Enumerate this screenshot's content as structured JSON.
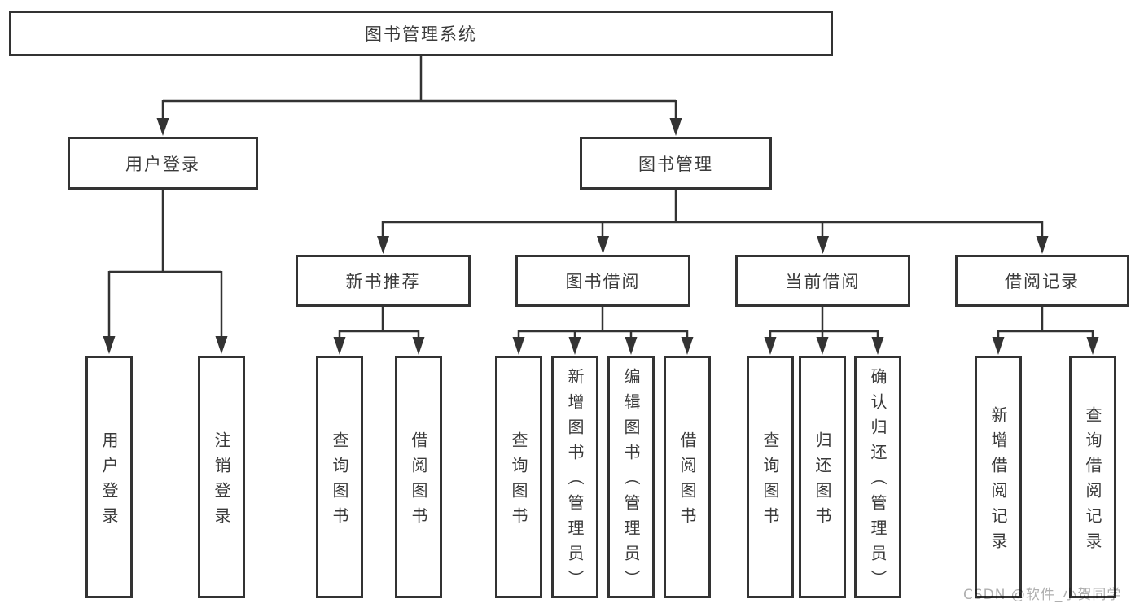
{
  "root": {
    "label": "图书管理系统"
  },
  "level2": [
    {
      "label": "用户登录",
      "leaves": [
        {
          "label": "用户登录"
        },
        {
          "label": "注销登录"
        }
      ]
    },
    {
      "label": "图书管理"
    }
  ],
  "level3": [
    {
      "label": "新书推荐",
      "leaves": [
        {
          "label": "查询图书"
        },
        {
          "label": "借阅图书"
        }
      ]
    },
    {
      "label": "图书借阅",
      "leaves": [
        {
          "label": "查询图书"
        },
        {
          "label": "新增图书（管理员）"
        },
        {
          "label": "编辑图书（管理员）"
        },
        {
          "label": "借阅图书"
        }
      ]
    },
    {
      "label": "当前借阅",
      "leaves": [
        {
          "label": "查询图书"
        },
        {
          "label": "归还图书"
        },
        {
          "label": "确认归还（管理员）"
        }
      ]
    },
    {
      "label": "借阅记录",
      "leaves": [
        {
          "label": "新增借阅记录"
        },
        {
          "label": "查询借阅记录"
        }
      ]
    }
  ],
  "watermark": {
    "text": "CSDN @软件_小贺同学"
  },
  "colors": {
    "line": "#333333",
    "text": "#3a3a3a",
    "box_background": "#ffffff",
    "watermark": "#afafaf"
  }
}
